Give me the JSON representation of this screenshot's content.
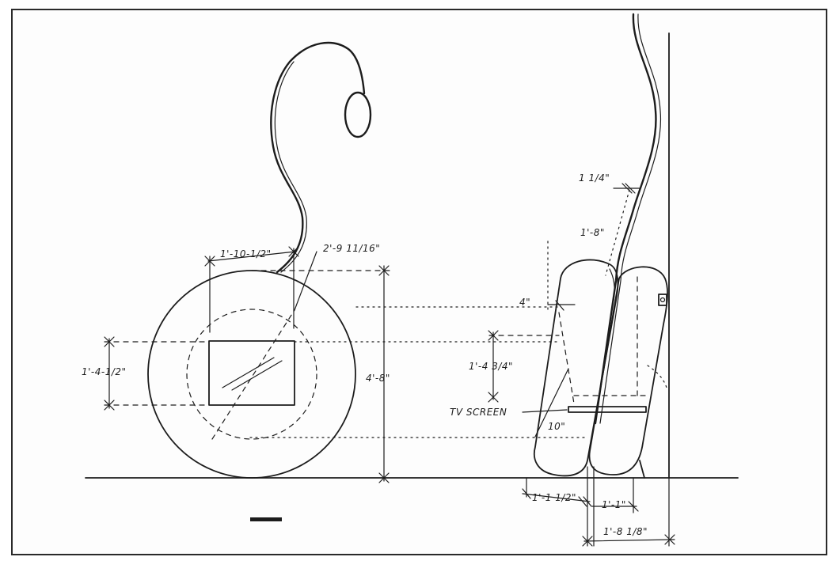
{
  "front_view": {
    "dims": {
      "top_width": "1'-10-1/2\"",
      "diagonal": "2'-9 11/16\"",
      "screen_height": "1'-4-1/2\"",
      "overall_height": "4'-8\""
    }
  },
  "side_view": {
    "dims": {
      "top_offset": "1 1/4\"",
      "upper_depth": "1'-8\"",
      "cushion": "4\"",
      "screen_elev": "1'-4 3/4\"",
      "screen_label": "TV SCREEN",
      "base_offset": "10\"",
      "base_left": "1'-1 1/2\"",
      "base_mid": "1'-1\"",
      "base_total": "1'-8 1/8\""
    }
  }
}
